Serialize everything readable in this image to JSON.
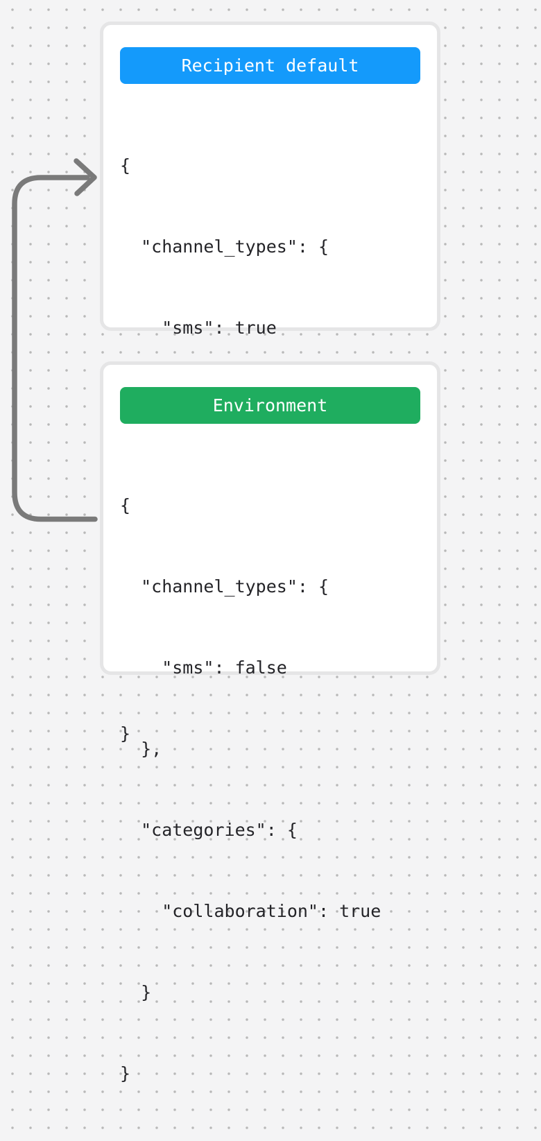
{
  "canvas": {
    "background_color": "#f4f4f5",
    "dot_color": "#b8b8b8"
  },
  "arrow": {
    "color": "#7a7a7a"
  },
  "cards": [
    {
      "title": "Recipient default",
      "header_color": "#149afb",
      "code_lines": [
        {
          "text": "{",
          "style": "normal"
        },
        {
          "text": "  \"channel_types\": {",
          "style": "normal"
        },
        {
          "text": "    \"sms\": true",
          "style": "normal"
        },
        {
          "text": "  },",
          "style": "normal"
        },
        {
          "text": "  \"categories\": {",
          "style": "italic"
        },
        {
          "text": "    \"collaboration\": true",
          "style": "italic"
        },
        {
          "text": "  }",
          "style": "normal"
        },
        {
          "text": "}",
          "style": "normal"
        }
      ]
    },
    {
      "title": "Environment",
      "header_color": "#1fad5f",
      "code_lines": [
        {
          "text": "{",
          "style": "normal"
        },
        {
          "text": "  \"channel_types\": {",
          "style": "normal"
        },
        {
          "text": "    \"sms\": false",
          "style": "normal"
        },
        {
          "text": "  },",
          "style": "normal"
        },
        {
          "text": "  \"categories\": {",
          "style": "normal"
        },
        {
          "text": "    \"collaboration\": true",
          "style": "normal"
        },
        {
          "text": "  }",
          "style": "normal"
        },
        {
          "text": "}",
          "style": "normal"
        }
      ]
    }
  ]
}
